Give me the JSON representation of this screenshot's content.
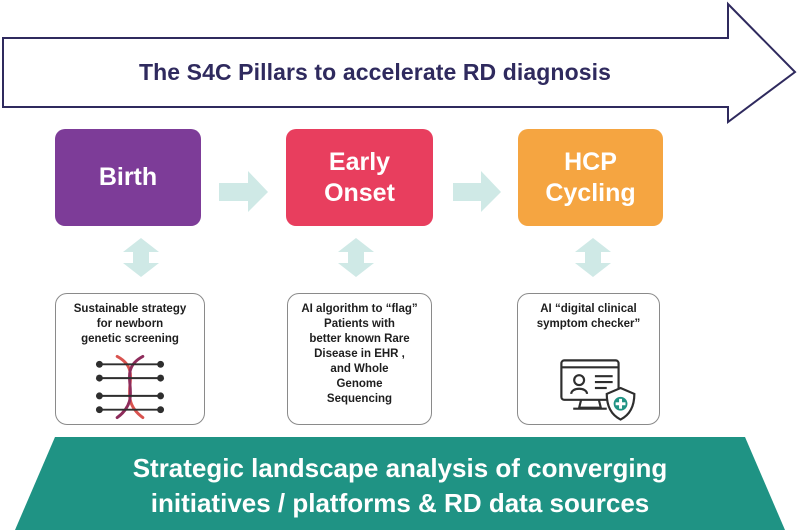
{
  "banner": {
    "title": "The S4C Pillars to accelerate RD diagnosis"
  },
  "pillars": [
    {
      "line1": "Birth",
      "line2": "",
      "color": "#7d3c98"
    },
    {
      "line1": "Early",
      "line2": "Onset",
      "color": "#e83e5e"
    },
    {
      "line1": "HCP",
      "line2": "Cycling",
      "color": "#f5a541"
    }
  ],
  "cards": [
    {
      "text": "Sustainable strategy\nfor newborn\ngenetic screening",
      "icon": "dna-icon"
    },
    {
      "text": "AI algorithm to “flag”\nPatients with\nbetter known Rare\nDisease in EHR ,\nand Whole\nGenome\nSequencing",
      "icon": ""
    },
    {
      "text": "AI “digital clinical\nsymptom checker”",
      "icon": "telemedicine-monitor-icon"
    }
  ],
  "footer": {
    "text": "Strategic landscape analysis of converging\ninitiatives / platforms & RD data sources",
    "color": "#1f9384"
  },
  "colors": {
    "arrow_outline": "#2f2a5e",
    "connector_arrow": "#cfe9e6",
    "card_border": "#8a8a8a"
  }
}
